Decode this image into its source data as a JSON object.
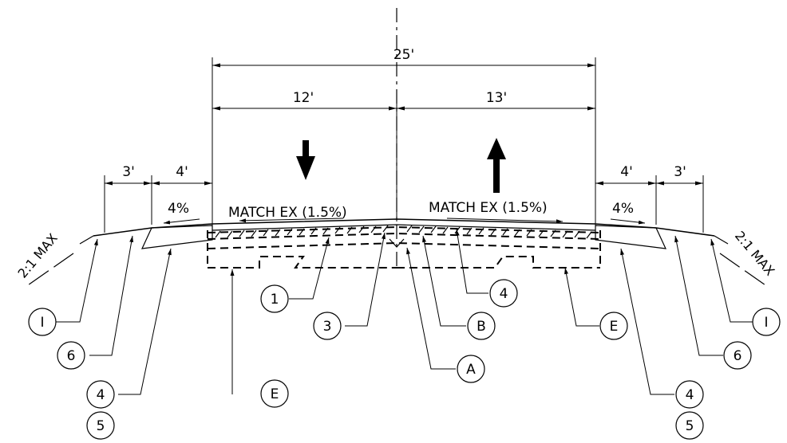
{
  "dimensions": {
    "total_width": "25'",
    "left_lane": "12'",
    "right_lane": "13'",
    "left_shoulder": "4'",
    "left_outer": "3'",
    "right_shoulder": "4'",
    "right_outer": "3'"
  },
  "slopes": {
    "left_shoulder_slope": "4%",
    "right_shoulder_slope": "4%",
    "left_lane_slope": "MATCH EX (1.5%)",
    "right_lane_slope": "MATCH EX (1.5%)",
    "left_side_slope": "2:1 MAX",
    "right_side_slope": "2:1 MAX"
  },
  "callouts": {
    "c_I_left": "I",
    "c_6_left": "6",
    "c_4_left": "4",
    "c_5_left": "5",
    "c_1": "1",
    "c_3": "3",
    "c_E_left": "E",
    "c_A": "A",
    "c_B": "B",
    "c_4_mid": "4",
    "c_E_right": "E",
    "c_4_right": "4",
    "c_5_right": "5",
    "c_6_right": "6",
    "c_I_right": "I"
  }
}
